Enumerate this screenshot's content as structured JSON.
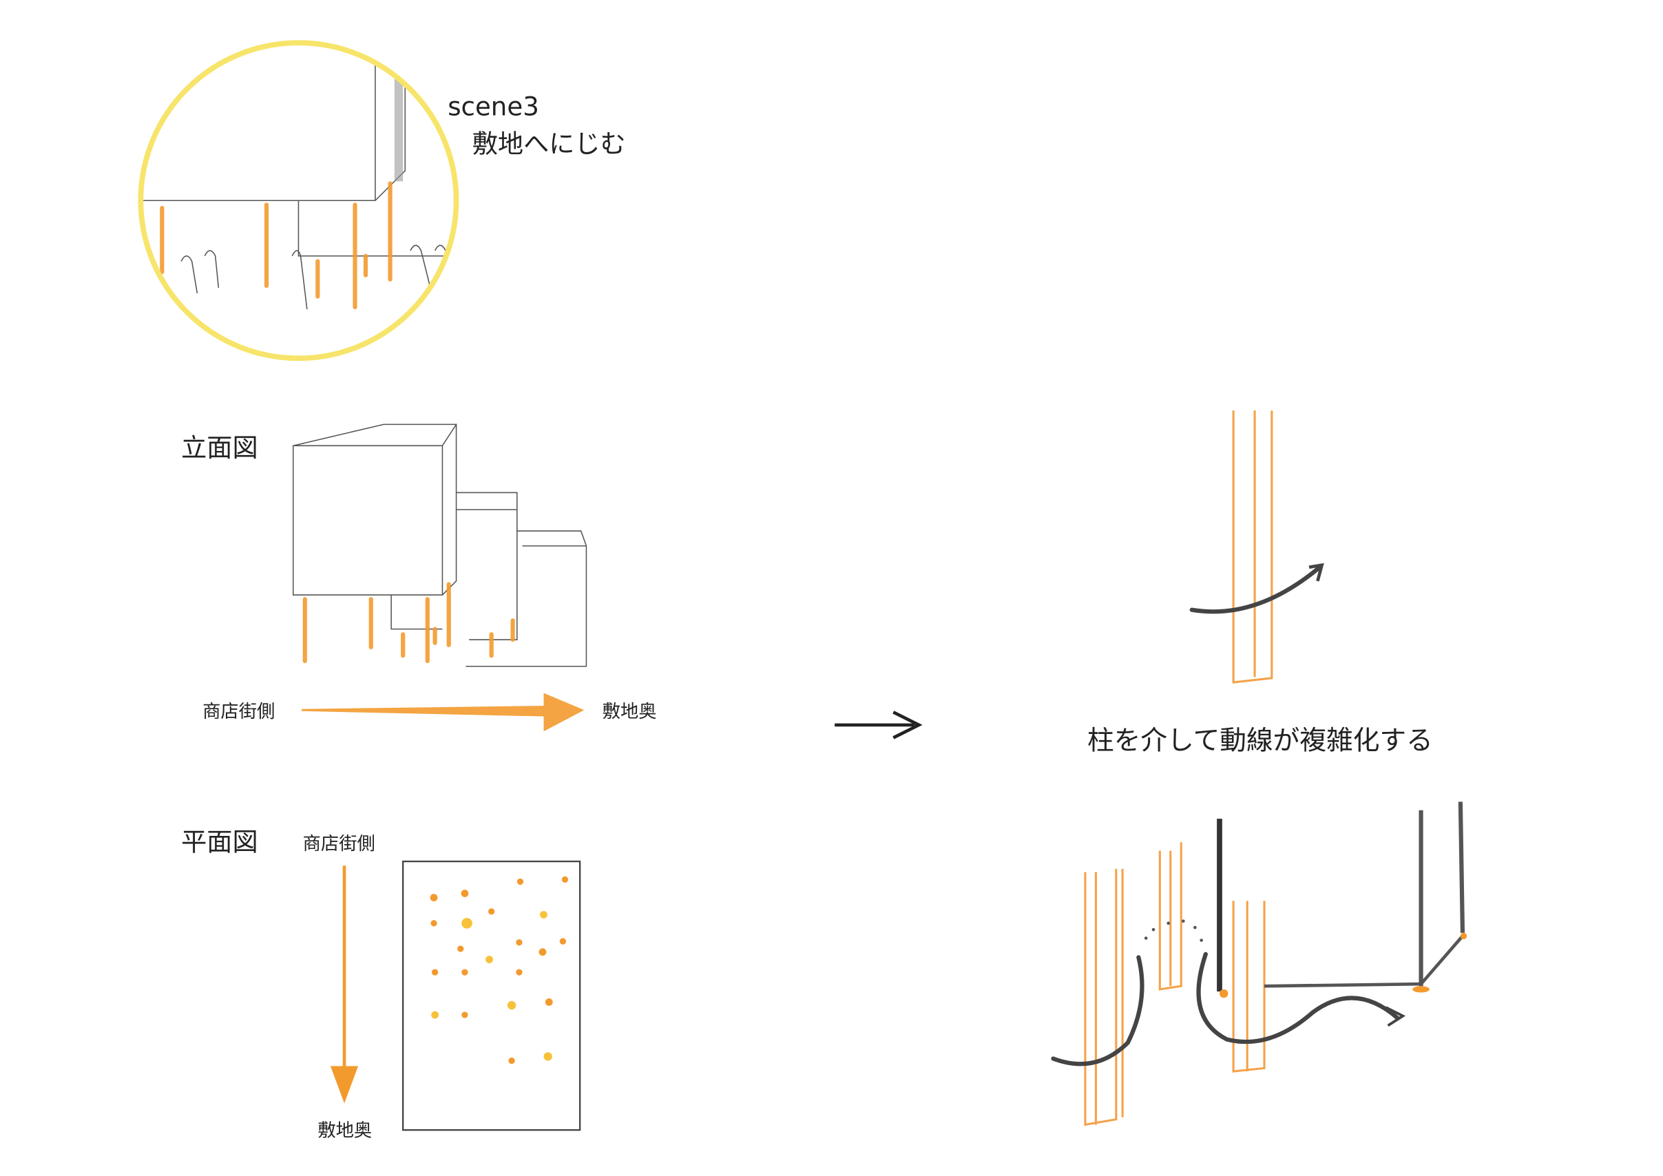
{
  "scene": {
    "title": "scene3",
    "subtitle": "敷地へにじむ"
  },
  "elevation": {
    "label": "立面図",
    "from": "商店街側",
    "to": "敷地奥"
  },
  "plan": {
    "label": "平面図",
    "from": "商店街側",
    "to": "敷地奥"
  },
  "result": {
    "caption": "柱を介して動線が複雑化する"
  },
  "colors": {
    "accent": "#f39a2e",
    "circle": "#f7e46a",
    "ink": "#222222"
  }
}
